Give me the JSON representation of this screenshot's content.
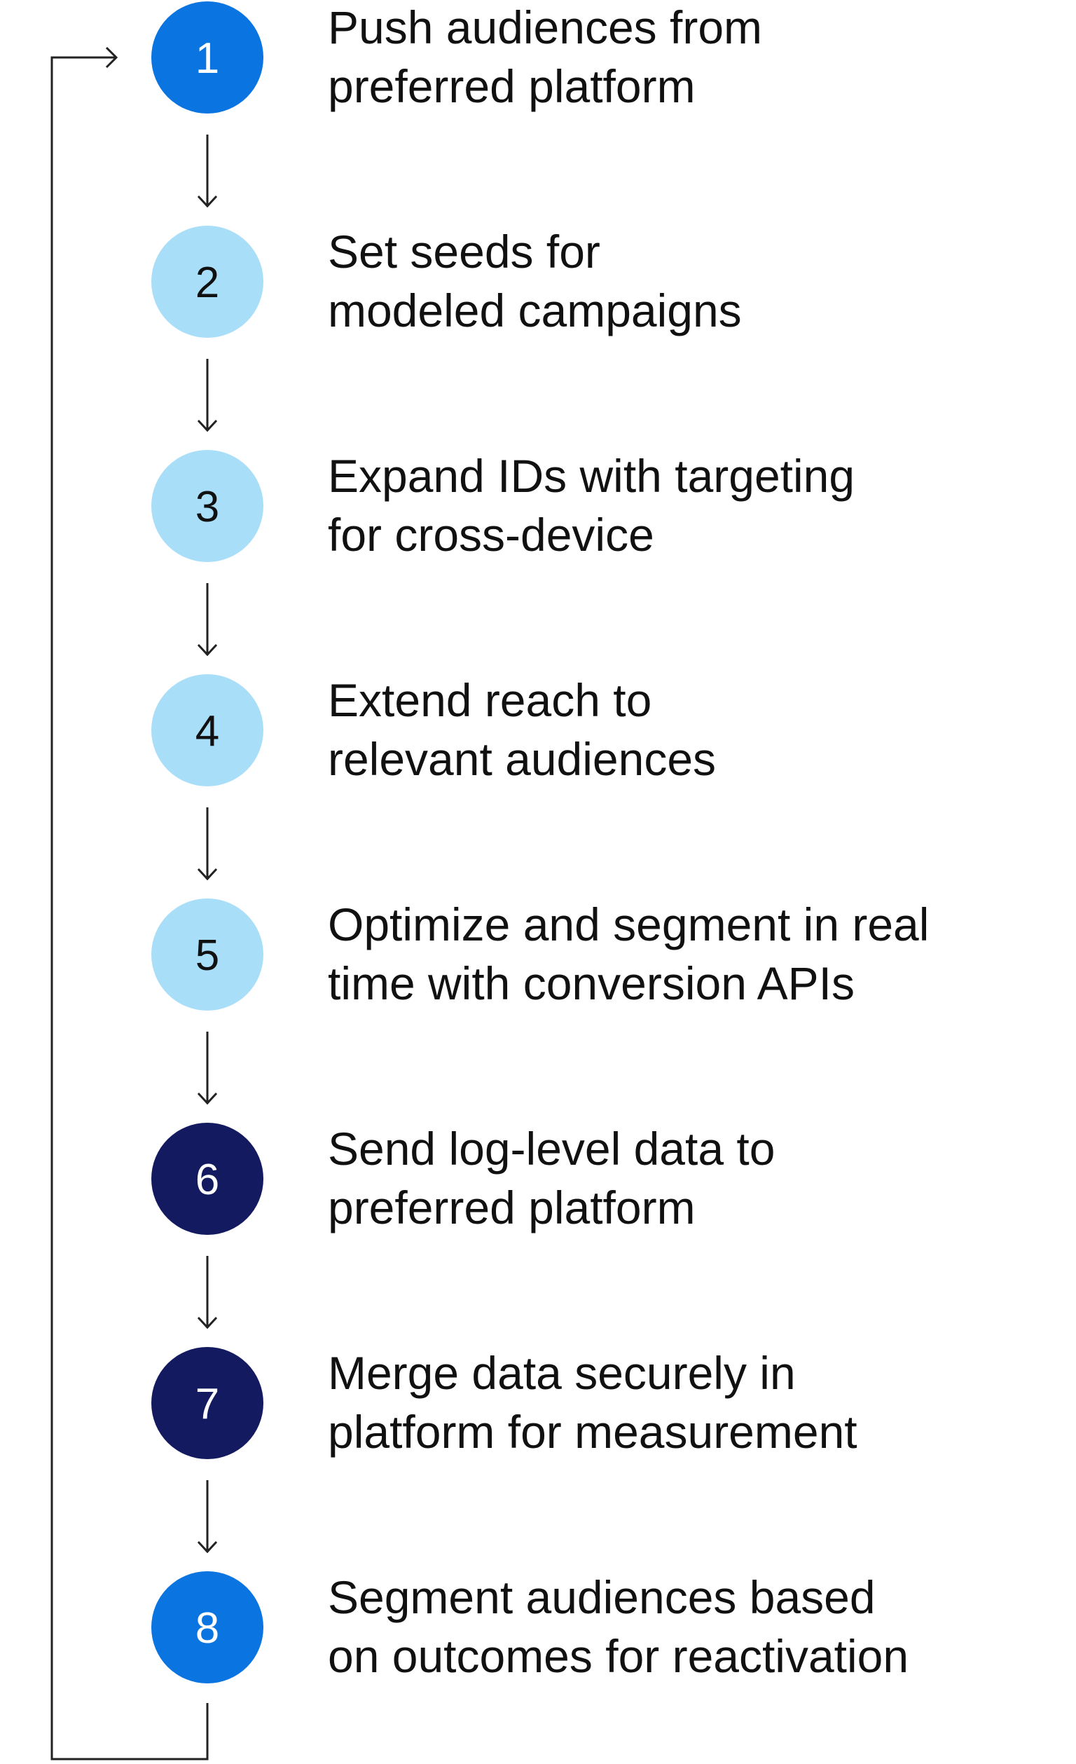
{
  "colors": {
    "bright_blue": "#0a74e0",
    "light_blue": "#a9def8",
    "navy": "#131a5f",
    "line": "#222222"
  },
  "steps": [
    {
      "number": "1",
      "lines": [
        "Push audiences from",
        "preferred platform"
      ],
      "tone": "bright_blue"
    },
    {
      "number": "2",
      "lines": [
        "Set seeds for",
        "modeled campaigns"
      ],
      "tone": "light_blue"
    },
    {
      "number": "3",
      "lines": [
        "Expand IDs with targeting",
        "for cross-device"
      ],
      "tone": "light_blue"
    },
    {
      "number": "4",
      "lines": [
        "Extend reach to",
        "relevant audiences"
      ],
      "tone": "light_blue"
    },
    {
      "number": "5",
      "lines": [
        "Optimize and segment in real",
        "time with conversion APIs"
      ],
      "tone": "light_blue"
    },
    {
      "number": "6",
      "lines": [
        "Send log-level data to",
        "preferred platform"
      ],
      "tone": "navy"
    },
    {
      "number": "7",
      "lines": [
        "Merge data securely in",
        "platform for measurement"
      ],
      "tone": "navy"
    },
    {
      "number": "8",
      "lines": [
        "Segment audiences based",
        "on outcomes for reactivation"
      ],
      "tone": "bright_blue"
    }
  ]
}
